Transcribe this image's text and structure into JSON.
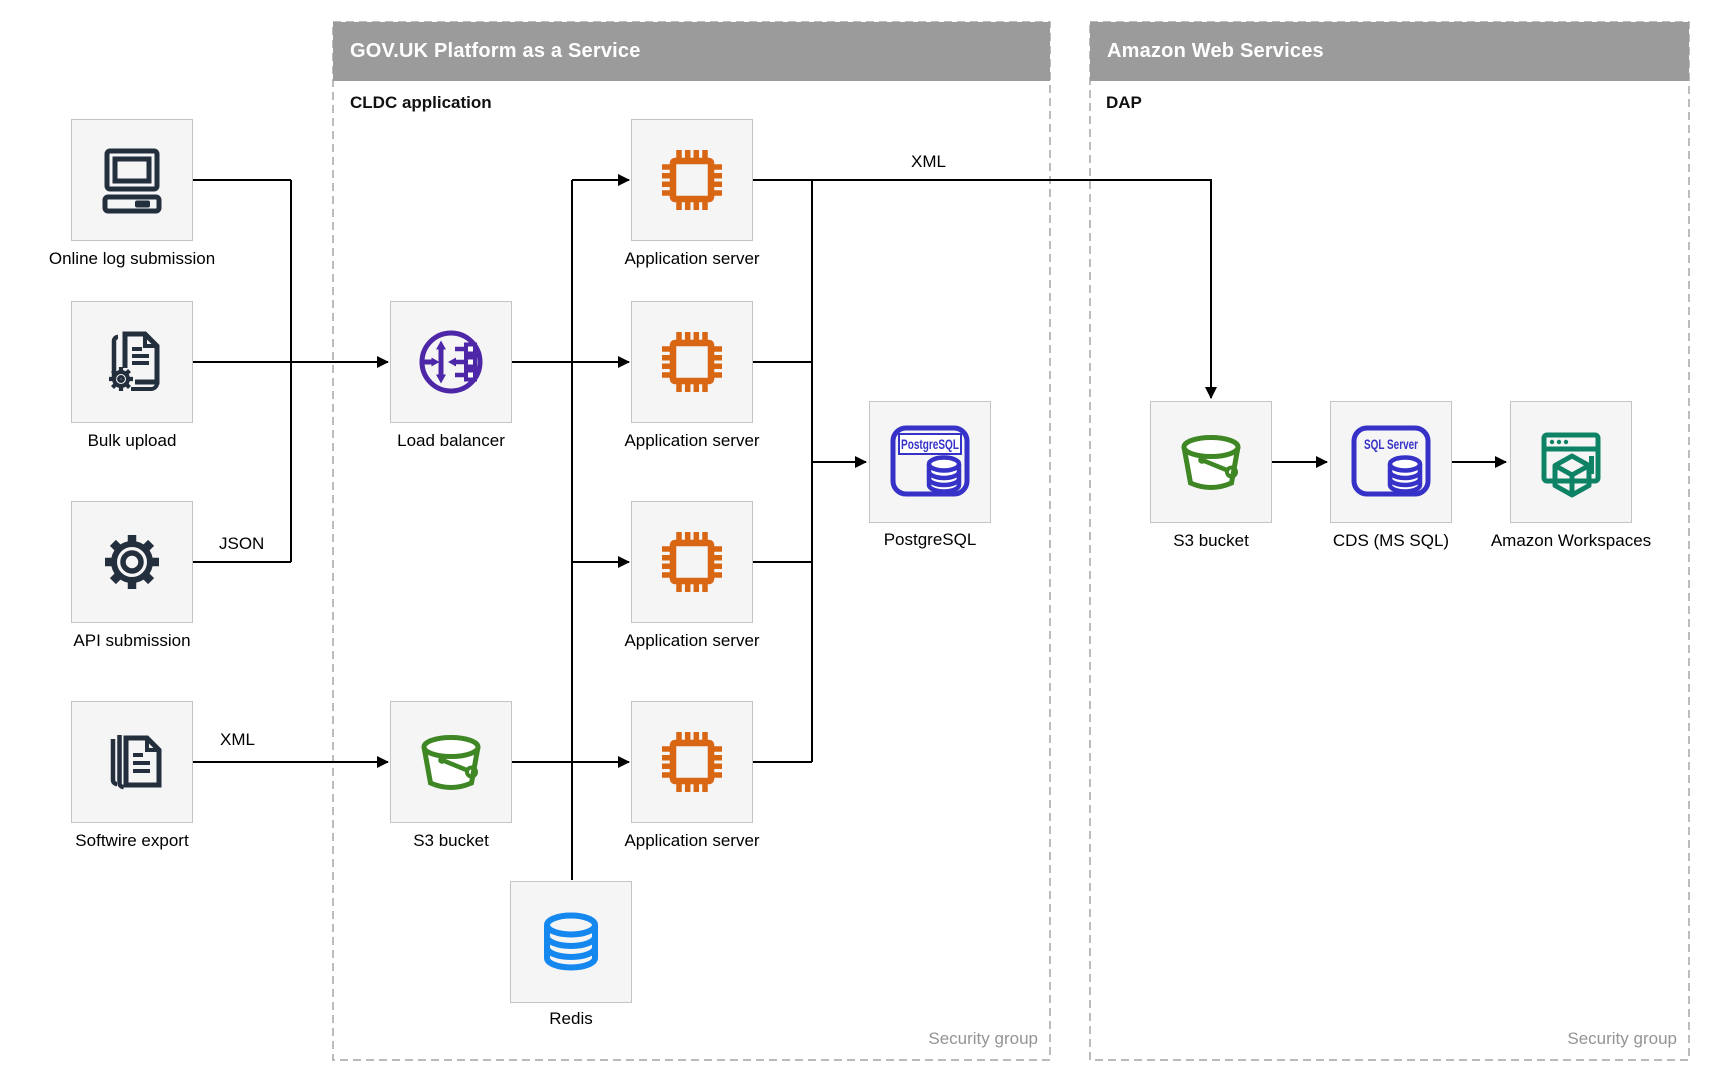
{
  "diagram": {
    "containers": {
      "paas": {
        "title": "GOV.UK Platform as a Service",
        "sublabel": "CLDC application",
        "security_label": "Security group"
      },
      "aws": {
        "title": "Amazon Web Services",
        "sublabel": "DAP",
        "security_label": "Security group"
      }
    },
    "nodes": {
      "online_log": {
        "label": "Online log submission",
        "icon": "desktop-computer-icon"
      },
      "bulk_upload": {
        "label": "Bulk upload",
        "icon": "document-gear-icon"
      },
      "api_submission": {
        "label": "API submission",
        "icon": "gear-icon"
      },
      "softwire_export": {
        "label": "Softwire export",
        "icon": "document-stack-icon"
      },
      "load_balancer": {
        "label": "Load balancer",
        "icon": "load-balancer-icon"
      },
      "app_server_1": {
        "label": "Application server",
        "icon": "processor-chip-icon"
      },
      "app_server_2": {
        "label": "Application server",
        "icon": "processor-chip-icon"
      },
      "app_server_3": {
        "label": "Application server",
        "icon": "processor-chip-icon"
      },
      "app_server_4": {
        "label": "Application server",
        "icon": "processor-chip-icon"
      },
      "postgresql": {
        "label": "PostgreSQL",
        "icon": "postgresql-database-icon",
        "icon_text": "PostgreSQL"
      },
      "s3_paas": {
        "label": "S3 bucket",
        "icon": "s3-bucket-icon"
      },
      "redis": {
        "label": "Redis",
        "icon": "database-cylinder-icon"
      },
      "s3_aws": {
        "label": "S3 bucket",
        "icon": "s3-bucket-icon"
      },
      "cds": {
        "label": "CDS (MS SQL)",
        "icon": "sql-server-database-icon",
        "icon_text": "SQL Server"
      },
      "workspaces": {
        "label": "Amazon Workspaces",
        "icon": "workspaces-window-cube-icon"
      }
    },
    "edge_labels": {
      "json": "JSON",
      "xml_export": "XML",
      "xml_feed": "XML"
    },
    "colors": {
      "navy": "#242F3E",
      "purple": "#4D27A8",
      "orange": "#D86613",
      "green": "#3F8624",
      "indigo": "#3632C8",
      "blue": "#1588F0",
      "teal": "#0E8265",
      "header_gray": "#9B9B9B",
      "box_fill": "#F5F5F5",
      "box_border": "#C4C4C4",
      "dash_border": "#B0B0B0",
      "muted_text": "#949494"
    }
  }
}
